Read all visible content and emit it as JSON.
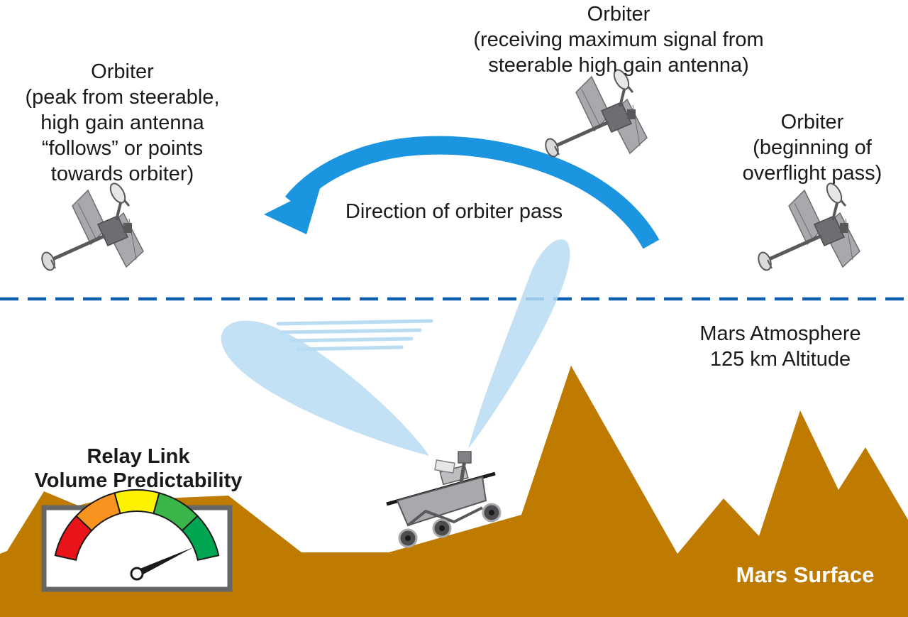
{
  "labels": {
    "orbiter_left": [
      "Orbiter",
      "(peak from steerable,",
      "high gain antenna",
      "“follows” or points",
      "towards orbiter)"
    ],
    "orbiter_top": [
      "Orbiter",
      "(receiving maximum signal from",
      "steerable high gain antenna)"
    ],
    "orbiter_right": [
      "Orbiter",
      "(beginning of",
      "overflight pass)"
    ],
    "direction": "Direction of orbiter pass",
    "atmosphere": [
      "Mars Atmosphere",
      "125 km Altitude"
    ],
    "meter_title": [
      "Relay Link",
      "Volume Predictability"
    ],
    "surface": "Mars Surface"
  },
  "colors": {
    "arrow": "#1b95e0",
    "dashed_line": "#1160b0",
    "beam": "#b9dcf2",
    "terrain": "#bf7a00",
    "gauge": [
      "#e8141a",
      "#f7931e",
      "#fff200",
      "#39b54a",
      "#00a651"
    ],
    "meter_frame": "#666666"
  },
  "gauge": {
    "needle_level": 0.92
  },
  "icons": [
    "orbiter-icon",
    "rover-icon",
    "gauge-icon"
  ]
}
